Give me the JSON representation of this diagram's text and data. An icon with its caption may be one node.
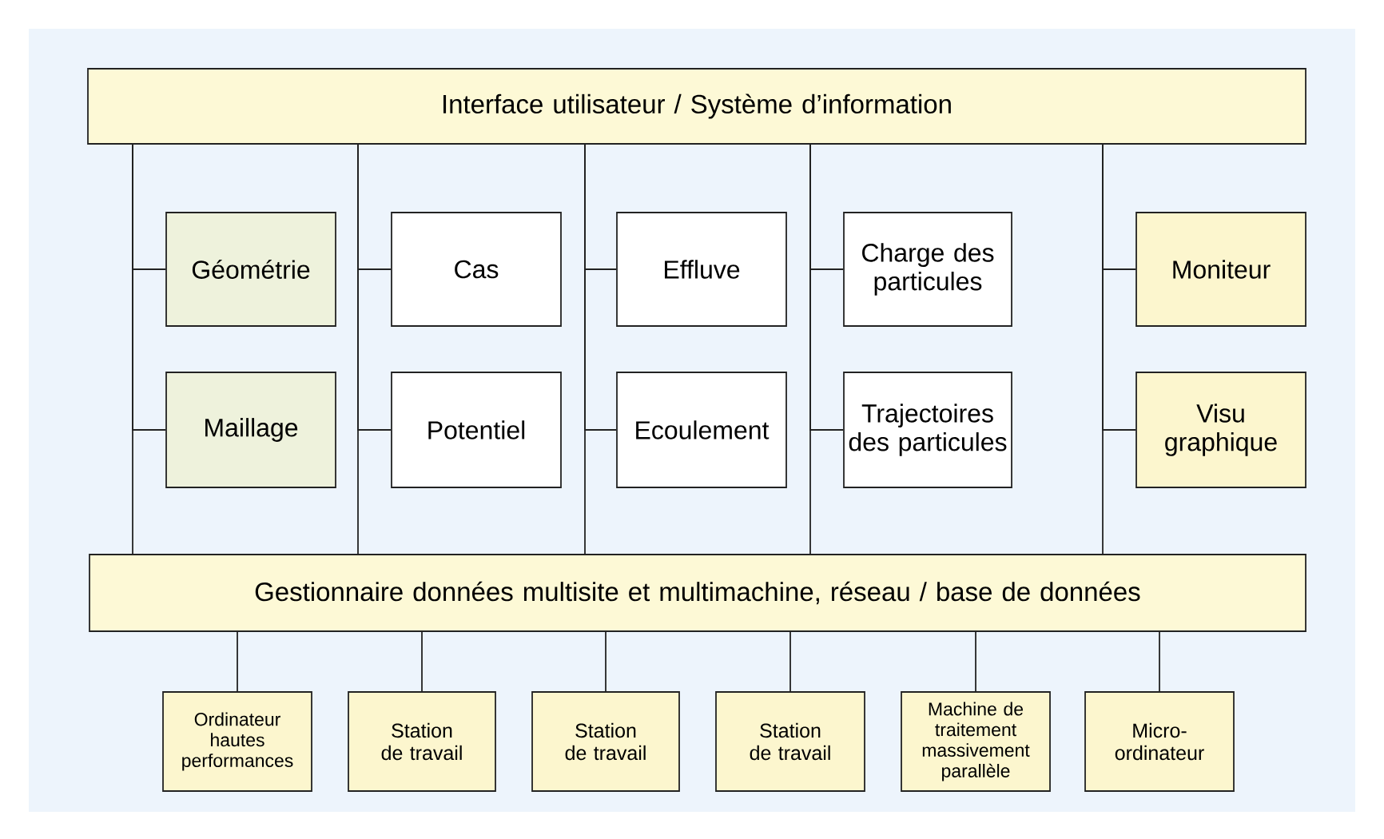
{
  "diagram": {
    "nodes": [
      {
        "text": [
          "Interface utilisateur / Système d’information"
        ]
      },
      {
        "text": [
          "Géométrie"
        ]
      },
      {
        "text": [
          "Cas"
        ]
      },
      {
        "text": [
          "Effluve"
        ]
      },
      {
        "text": [
          "Charge des particules"
        ]
      },
      {
        "text": [
          "Moniteur"
        ]
      },
      {
        "text": [
          "Maillage"
        ]
      },
      {
        "text": [
          "Potentiel"
        ]
      },
      {
        "text": [
          "Ecoulement"
        ]
      },
      {
        "text": [
          "Trajectoires des particules"
        ]
      },
      {
        "text": [
          "Visu graphique"
        ]
      },
      {
        "text": [
          "Gestionnaire données multisite et multimachine, réseau / base de données"
        ]
      },
      {
        "text": [
          "Ordinateur hautes performances"
        ]
      },
      {
        "text": [
          "Station de travail"
        ]
      },
      {
        "text": [
          "Station de travail"
        ]
      },
      {
        "text": [
          "Station de travail"
        ]
      },
      {
        "text": [
          "Machine de traitement massivement parallèle"
        ]
      },
      {
        "text": [
          "Micro-ordinateur"
        ]
      }
    ],
    "edges": [
      {
        "from": 0,
        "to": 11,
        "arrow": "none"
      },
      {
        "from": 0,
        "to": 11,
        "arrow": "none"
      },
      {
        "from": 0,
        "to": 11,
        "arrow": "none"
      },
      {
        "from": 0,
        "to": 11,
        "arrow": "none"
      },
      {
        "from": 0,
        "to": 11,
        "arrow": "none"
      },
      {
        "from": 1,
        "to": 0,
        "arrow": "none"
      },
      {
        "from": 6,
        "to": 0,
        "arrow": "none"
      },
      {
        "from": 2,
        "to": 0,
        "arrow": "none"
      },
      {
        "from": 7,
        "to": 0,
        "arrow": "none"
      },
      {
        "from": 3,
        "to": 0,
        "arrow": "none"
      },
      {
        "from": 8,
        "to": 0,
        "arrow": "none"
      },
      {
        "from": 4,
        "to": 0,
        "arrow": "none"
      },
      {
        "from": 9,
        "to": 0,
        "arrow": "none"
      },
      {
        "from": 5,
        "to": 0,
        "arrow": "none"
      },
      {
        "from": 10,
        "to": 0,
        "arrow": "none"
      },
      {
        "from": 11,
        "to": 12,
        "arrow": "none"
      },
      {
        "from": 11,
        "to": 13,
        "arrow": "none"
      },
      {
        "from": 11,
        "to": 14,
        "arrow": "none"
      },
      {
        "from": 11,
        "to": 15,
        "arrow": "none"
      },
      {
        "from": 11,
        "to": 16,
        "arrow": "none"
      },
      {
        "from": 11,
        "to": 17,
        "arrow": "none"
      }
    ]
  }
}
